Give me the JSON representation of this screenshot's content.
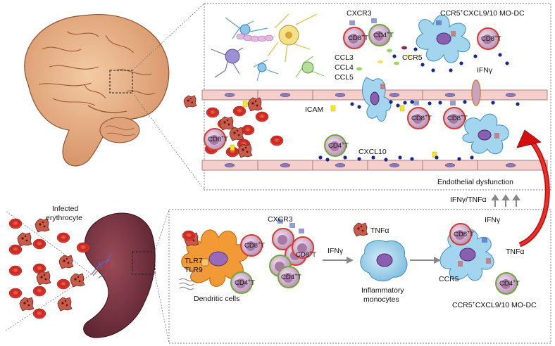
{
  "brain_panel": {
    "cxcr3": "CXCR3",
    "cd8t_1": "CD8",
    "cd4t_1": "CD4",
    "t_sup": "+",
    "t_suffix": "T",
    "mo_dc_title_top": "CCR5",
    "mo_dc_title_rest": "CXCL9/10 MO-DC",
    "ccl3": "CCL3",
    "ccl4": "CCL4",
    "ccl5": "CCL5",
    "ccr5": "CCR5",
    "ifng": "IFNγ",
    "icam": "ICAM",
    "cxcl10": "CXCL10",
    "endothelial": "Endothelial dysfunction"
  },
  "connector": {
    "ifng_tnfa": "IFNγ/TNFα"
  },
  "spleen_panel": {
    "infected_erythrocyte_1": "Infected",
    "infected_erythrocyte_2": "erythrocyte",
    "cxcr3": "CXCR3",
    "tlr7": "TLR7",
    "tlr9": "TLR9",
    "dendritic_cells": "Dendritic cells",
    "tnfa": "TNFα",
    "ifng_arrow": "IFNγ",
    "inflammatory_1": "Inflammatory",
    "inflammatory_2": "monocytes",
    "ifng_top": "IFNγ",
    "tnfa_right": "TNFα",
    "ccr5": "CCR5",
    "mo_dc_bottom_top": "CCR5",
    "mo_dc_bottom_rest": "CXCL9/10 MO-DC",
    "cd8": "CD8",
    "cd4": "CD4"
  },
  "colors": {
    "rbc": "#d83a2e",
    "vessel": "#f2c7c3",
    "dc_blue": "#8fcbe6",
    "dendritic_orange": "#f08a1c",
    "t_cell_purple": "#c9a3c7",
    "arrow_red": "#d40f0f",
    "brain": "#e8b48a",
    "spleen": "#7a3540"
  }
}
